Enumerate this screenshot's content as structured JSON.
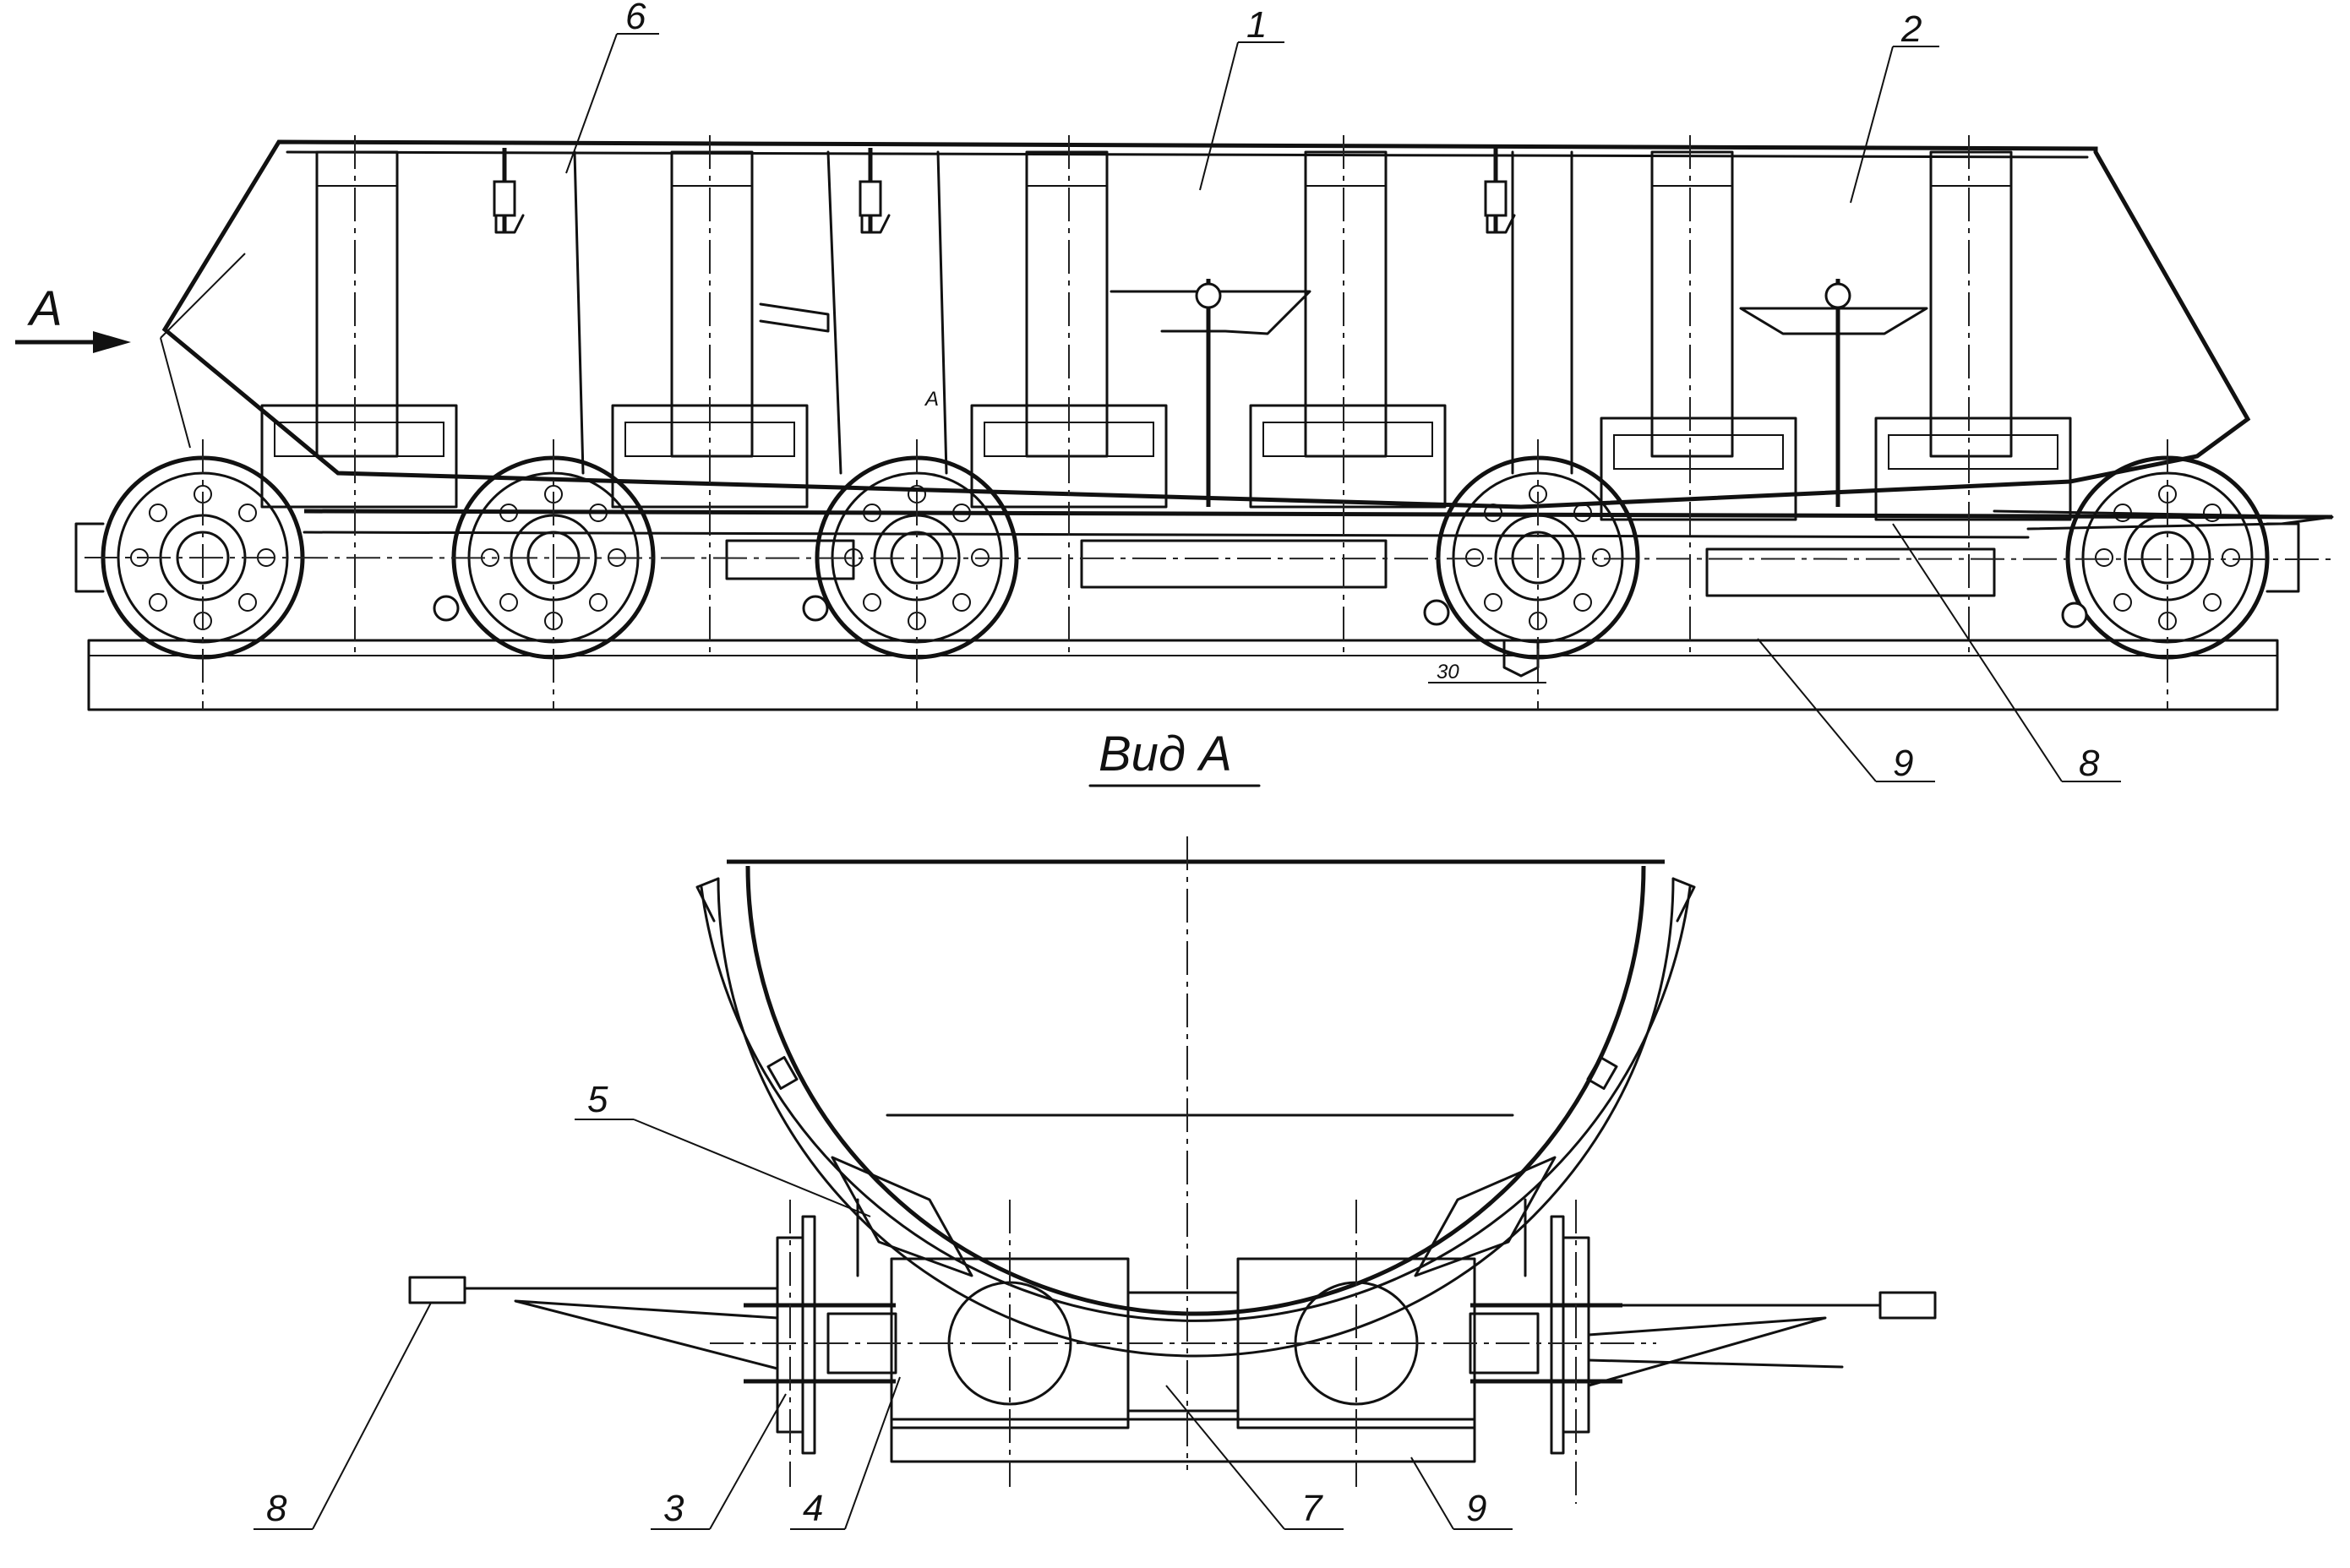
{
  "view_arrow_label": "A",
  "view_title": "Вид А",
  "dimension": "30",
  "section_mark": "А",
  "callouts_side": [
    "6",
    "1",
    "2",
    "9",
    "8"
  ],
  "callouts_front": [
    "5",
    "8",
    "3",
    "4",
    "7",
    "9"
  ]
}
